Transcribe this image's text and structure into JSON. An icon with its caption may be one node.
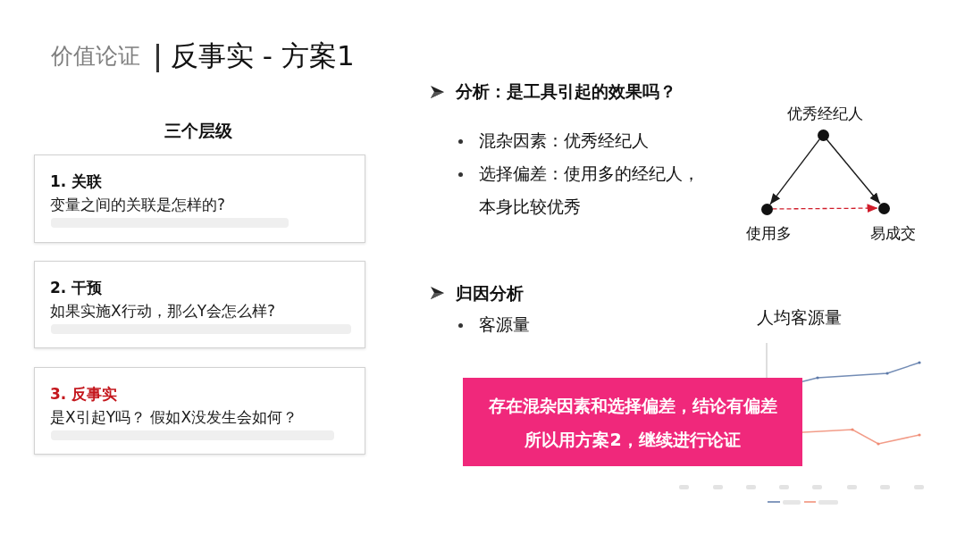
{
  "diagram": {
    "title": "反事实 - 方案1",
    "nodes": [
      {
        "text": [
          "1. 关联",
          "变量之间的关联是怎样的?"
        ]
      },
      {
        "text": [
          "2. 干预",
          "如果实施X行动，那么Y会怎么样?"
        ]
      },
      {
        "text": [
          "3. 反事实",
          "是X引起Y吗？ 假如X没发生会如何？"
        ]
      },
      {
        "text": [],
        "shape": "circle",
        "beside": [
          "优秀经纪人"
        ]
      },
      {
        "text": [],
        "shape": "circle",
        "beside": [
          "使用多"
        ]
      },
      {
        "text": [],
        "shape": "circle",
        "beside": [
          "易成交"
        ]
      },
      {
        "text": [
          "存在混杂因素和选择偏差，结论有偏差",
          "所以用方案2，继续进行论证"
        ]
      }
    ],
    "edges": [
      {
        "from": 3,
        "to": 4,
        "arrow": "to"
      },
      {
        "from": 3,
        "to": 5,
        "arrow": "to"
      },
      {
        "from": 4,
        "to": 5,
        "arrow": "to",
        "style": "dashed",
        "color": "#d01c2a"
      }
    ],
    "labels": [
      "价值论证",
      "三个层级",
      "分析：是工具引起的效果吗？",
      "混杂因素：优秀经纪人",
      "选择偏差：使用多的经纪人，本身比较优秀",
      "归因分析",
      "客源量",
      "人均客源量"
    ]
  }
}
